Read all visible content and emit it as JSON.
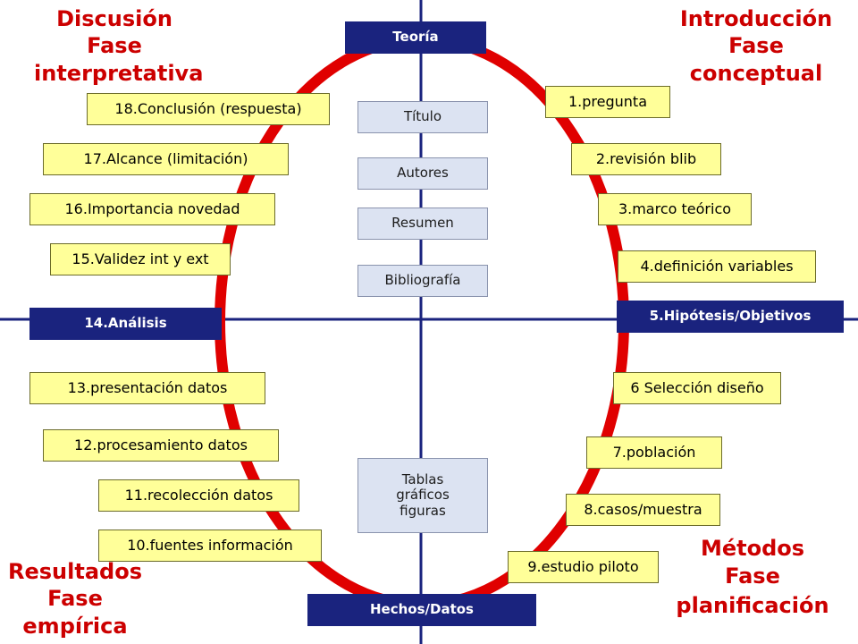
{
  "colors": {
    "ellipse": "#e00000",
    "axes": "#1a237e",
    "step_fill": "#ffff99",
    "center_fill": "#dce3f2",
    "phase_text": "#cc0000"
  },
  "axes": {
    "top": "Teoría",
    "bottom": "Hechos/Datos",
    "left": "14.Análisis",
    "right": "5.Hipótesis/Objetivos"
  },
  "phases": {
    "top_left": {
      "name": "Discusión",
      "phase": "Fase\ninterpretativa"
    },
    "top_right": {
      "name": "Introducción",
      "phase": "Fase\nconceptual"
    },
    "bottom_left": {
      "name": "Resultados",
      "phase": "Fase\nempírica"
    },
    "bottom_right": {
      "name": "Métodos",
      "phase": "Fase\nplanificación"
    }
  },
  "center": {
    "titulo": "Título",
    "autores": "Autores",
    "resumen": "Resumen",
    "bibliografia": "Bibliografía",
    "tablas": "Tablas\ngráficos\nfiguras"
  },
  "steps": {
    "s1": "1.pregunta",
    "s2": "2.revisión blib",
    "s3": "3.marco teórico",
    "s4": "4.definición variables",
    "s6": "6 Selección diseño",
    "s7": "7.población",
    "s8": "8.casos/muestra",
    "s9": "9.estudio piloto",
    "s10": "10.fuentes información",
    "s11": "11.recolección datos",
    "s12": "12.procesamiento datos",
    "s13": "13.presentación datos",
    "s15": "15.Validez int y ext",
    "s16": "16.Importancia novedad",
    "s17": "17.Alcance (limitación)",
    "s18": "18.Conclusión (respuesta)"
  }
}
